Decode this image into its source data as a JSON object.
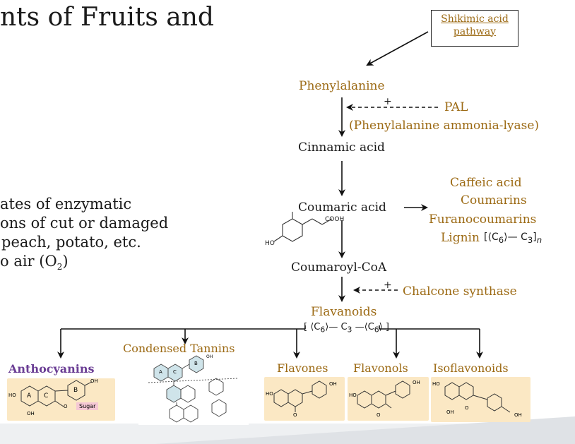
{
  "slide": {
    "title": "nts of Fruits and",
    "bullets": [
      "ates of enzymatic",
      "ons of cut or damaged",
      "peach, potato, etc.",
      "o air (O",
      "2",
      ")"
    ]
  },
  "pathway": {
    "shikimic": "Shikimic acid pathway",
    "phenylalanine": "Phenylalanine",
    "pal": "PAL",
    "pal_full": "(Phenylalanine ammonia-lyase)",
    "plus": "+",
    "cinnamic": "Cinnamic acid",
    "coumaric": "Coumaric acid",
    "coumaroyl": "Coumaroyl-CoA",
    "chalcone": "Chalcone synthase",
    "flavanoids": "Flavanoids",
    "side_products": [
      "Caffeic acid",
      "Coumarins",
      "Furanocoumarins",
      "Lignin"
    ],
    "lignin_formula": {
      "ring": "C",
      "ring_sub": "6",
      "chain": "C",
      "chain_sub": "3",
      "n": "n"
    },
    "flav_formula": {
      "r1": "C",
      "r1s": "6",
      "c": "C",
      "cs": "3",
      "r2": "C",
      "r2s": "6"
    },
    "cooh": "COOH",
    "ho": "HO",
    "branches": [
      "Anthocyanins",
      "Condensed Tannins",
      "Flavones",
      "Flavonols",
      "Isoflavonoids"
    ]
  },
  "structures": {
    "antho": {
      "a": "A",
      "c": "C",
      "b": "B",
      "oh_top": "OH",
      "oh_left": "HO",
      "oh_bot": "OH",
      "sugar": "Sugar",
      "o": "O"
    },
    "tannin": {
      "a": "A",
      "c": "C",
      "b": "B",
      "oh": "OH"
    },
    "flavone": {
      "ho": "HO",
      "oh": "OH",
      "o": "O"
    },
    "flavonol": {
      "ho": "HO",
      "oh": "OH",
      "o": "O"
    },
    "isoflav": {
      "ho": "HO",
      "oh": "OH",
      "o": "O"
    }
  },
  "colors": {
    "accent": "#9c6a14",
    "anthocyanin": "#6a3d94",
    "panel": "#fbe8c4"
  }
}
